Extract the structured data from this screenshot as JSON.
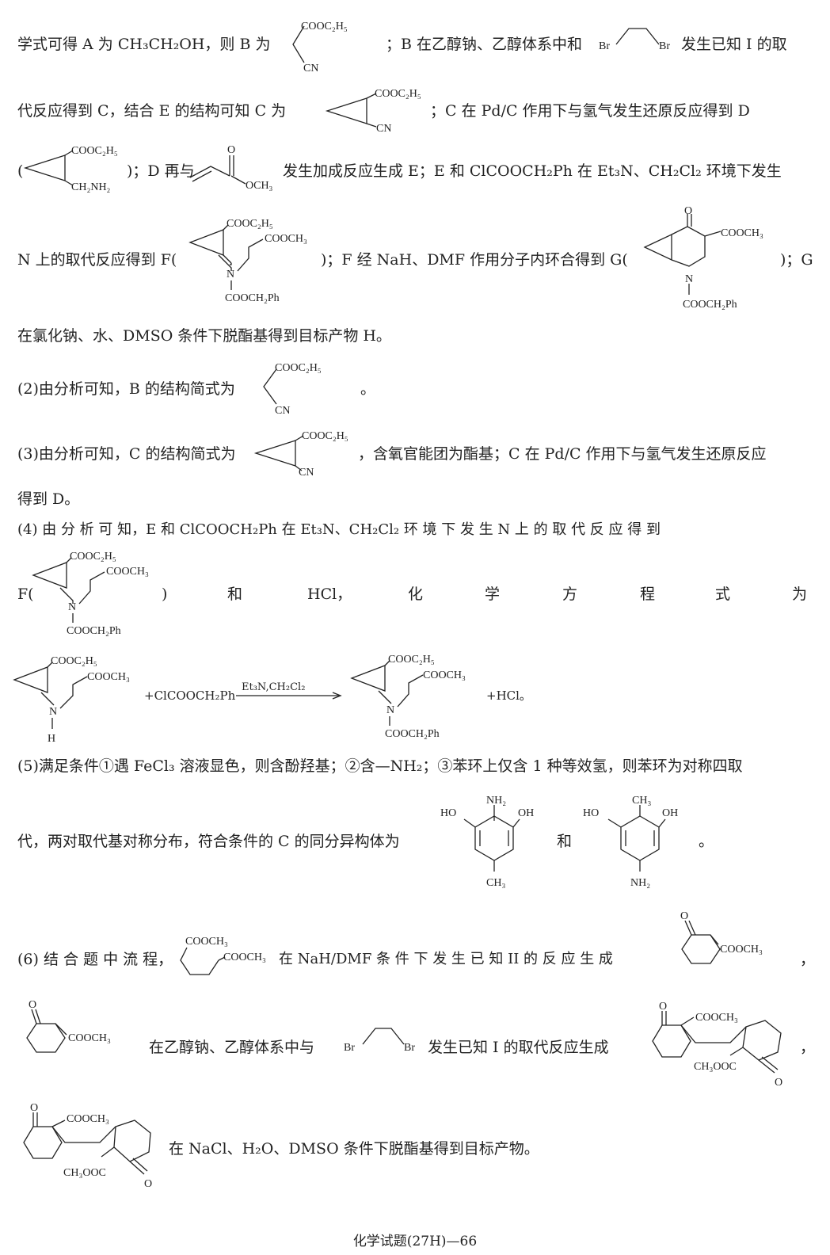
{
  "lines": {
    "l1a": "学式可得 A 为 CH₃CH₂OH，则 B 为",
    "l1b": "；B 在乙醇钠、乙醇体系中和",
    "l1c": "发生已知 I 的取",
    "l2a": "代反应得到 C，结合 E 的结构可知 C 为",
    "l2b": "；C 在 Pd/C 作用下与氢气发生还原反应得到 D",
    "l3a": "(",
    "l3b": ")；D 再与",
    "l3c": "发生加成反应生成 E；E 和 ClCOOCH₂Ph 在 Et₃N、CH₂Cl₂ 环境下发生",
    "l4a": "N 上的取代反应得到 F(",
    "l4b": ")；F 经 NaH、DMF 作用分子内环合得到 G(",
    "l4c": ")；G",
    "l5": "在氯化钠、水、DMSO 条件下脱酯基得到目标产物 H。",
    "p2a": "(2)由分析可知，B 的结构简式为",
    "p2b": "。",
    "p3a": "(3)由分析可知，C 的结构简式为",
    "p3b": "，含氧官能团为酯基；C 在 Pd/C 作用下与氢气发生还原反应",
    "p3c": "得到 D。",
    "p4a": "(4) 由 分 析 可 知，E 和 ClCOOCH₂Ph 在 Et₃N、CH₂Cl₂ 环 境 下 发 生 N 上 的 取 代 反 应 得 到",
    "p4b": "F(",
    "p4c": ")",
    "p4d": "和",
    "p4e": "HCl，",
    "p4f": "化",
    "p4g": "学",
    "p4h": "方",
    "p4i": "程",
    "p4j": "式",
    "p4k": "为",
    "eq_plus": "+ClCOOCH₂Ph",
    "eq_cond": "Et₃N,CH₂Cl₂",
    "eq_hcl": "+HCl。",
    "p5a": "(5)满足条件①遇 FeCl₃ 溶液显色，则含酚羟基；②含—NH₂；③苯环上仅含 1 种等效氢，则苯环为对称四取",
    "p5b": "代，两对取代基对称分布，符合条件的 C 的同分异构体为",
    "p5c": "和",
    "p5d": "。",
    "p6a": "(6) 结 合 题 中 流 程，",
    "p6b": "在 NaH/DMF 条 件 下 发 生 已 知 II 的 反 应 生 成",
    "p6c": "，",
    "p6d": "在乙醇钠、乙醇体系中与",
    "p6e": "发生已知 I 的取代反应生成",
    "p6f": "，",
    "p6g": "在 NaCl、H₂O、DMSO 条件下脱酯基得到目标产物。"
  },
  "labels": {
    "COOC2H5": "COOC₂H₅",
    "CN": "CN",
    "Br": "Br",
    "CH2NH2": "CH₂NH₂",
    "O": "O",
    "OCH3": "OCH₃",
    "COOCH3": "COOCH₃",
    "N": "N",
    "COOCH2Ph": "COOCH₂Ph",
    "H": "H",
    "HO": "HO",
    "OH": "OH",
    "NH2": "NH₂",
    "CH3": "CH₃",
    "CH3OOC": "CH₃OOC"
  },
  "footer": "化学试题(27H)—66"
}
